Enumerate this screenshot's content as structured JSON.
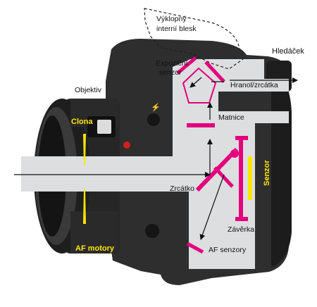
{
  "labels": {
    "flash": [
      "Výklopný",
      "interní blesk"
    ],
    "viewfinder": "Hledáček",
    "metering_sensor": [
      "Expoziční",
      "senzor"
    ],
    "pentaprism": "Hranol/zrcátka",
    "lens": "Objektiv",
    "aperture": "Clona",
    "focusing_screen": "Matnice",
    "image_sensor": "Senzor",
    "mirror": "Zrcátko",
    "shutter": "Závěrka",
    "af_motors": "AF motory",
    "af_sensors": "AF senzory"
  },
  "colors": {
    "camera_body": "#2b2b2b",
    "cutaway": "#dcdee0",
    "component": "#e4007c",
    "yellow": "#ffe600",
    "optical_path": "#111111"
  }
}
